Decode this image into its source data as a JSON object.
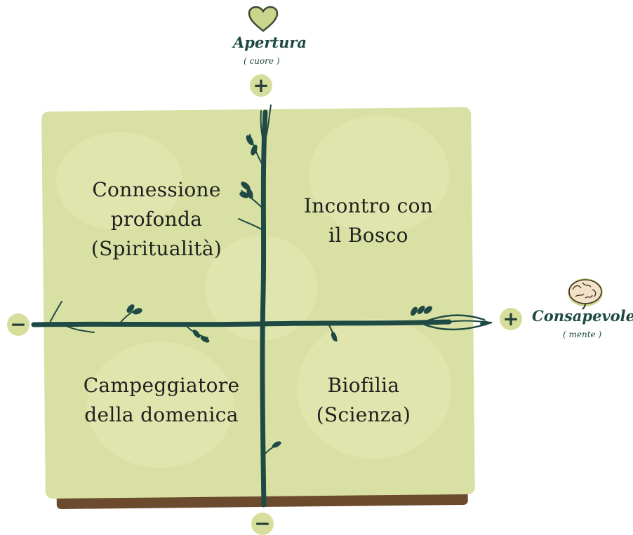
{
  "diagram": {
    "vertical_axis": {
      "title": "Apertura",
      "subtitle": "( cuore )",
      "positive_sign": "+",
      "negative_sign": "−",
      "icon": "heart-icon"
    },
    "horizontal_axis": {
      "title": "Consapevolezza",
      "subtitle": "( mente )",
      "positive_sign": "+",
      "negative_sign": "−",
      "icon": "brain-icon"
    },
    "quadrants": {
      "top_left": [
        "Connessione",
        "profonda",
        "(Spiritualità)"
      ],
      "top_right": [
        "Incontro con",
        "il Bosco"
      ],
      "bottom_left": [
        "Campeggiatore",
        "della domenica"
      ],
      "bottom_right": [
        "Biofilia",
        "(Scienza)"
      ]
    },
    "colors": {
      "board": "#d9e0a3",
      "board_edge": "#6b4a2e",
      "branch": "#1f4a44",
      "sign_badge": "#d7de9c",
      "heart": "#c9d58a"
    }
  }
}
